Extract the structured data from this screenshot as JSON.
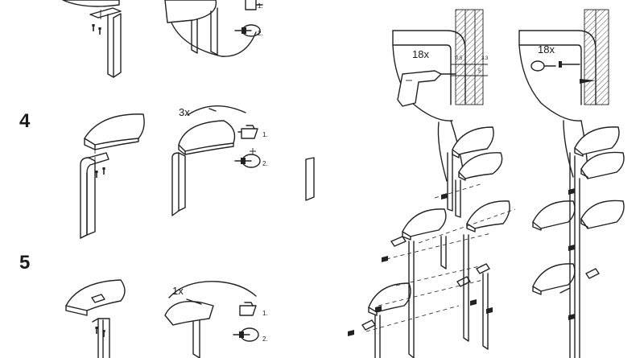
{
  "steps": {
    "step4_number": "4",
    "step5_number": "5",
    "step4_qty": "3x",
    "step5_qty": "1x",
    "sub1": "1.",
    "sub2": "2."
  },
  "wall": {
    "left_qty": "18x",
    "right_qty": "18x",
    "dim_a": "0.5",
    "dim_b": "3.3",
    "dim_c": "5"
  },
  "icons": [
    "drill-icon",
    "screw-icon",
    "screwdriver-icon",
    "hand-drill-icon"
  ]
}
